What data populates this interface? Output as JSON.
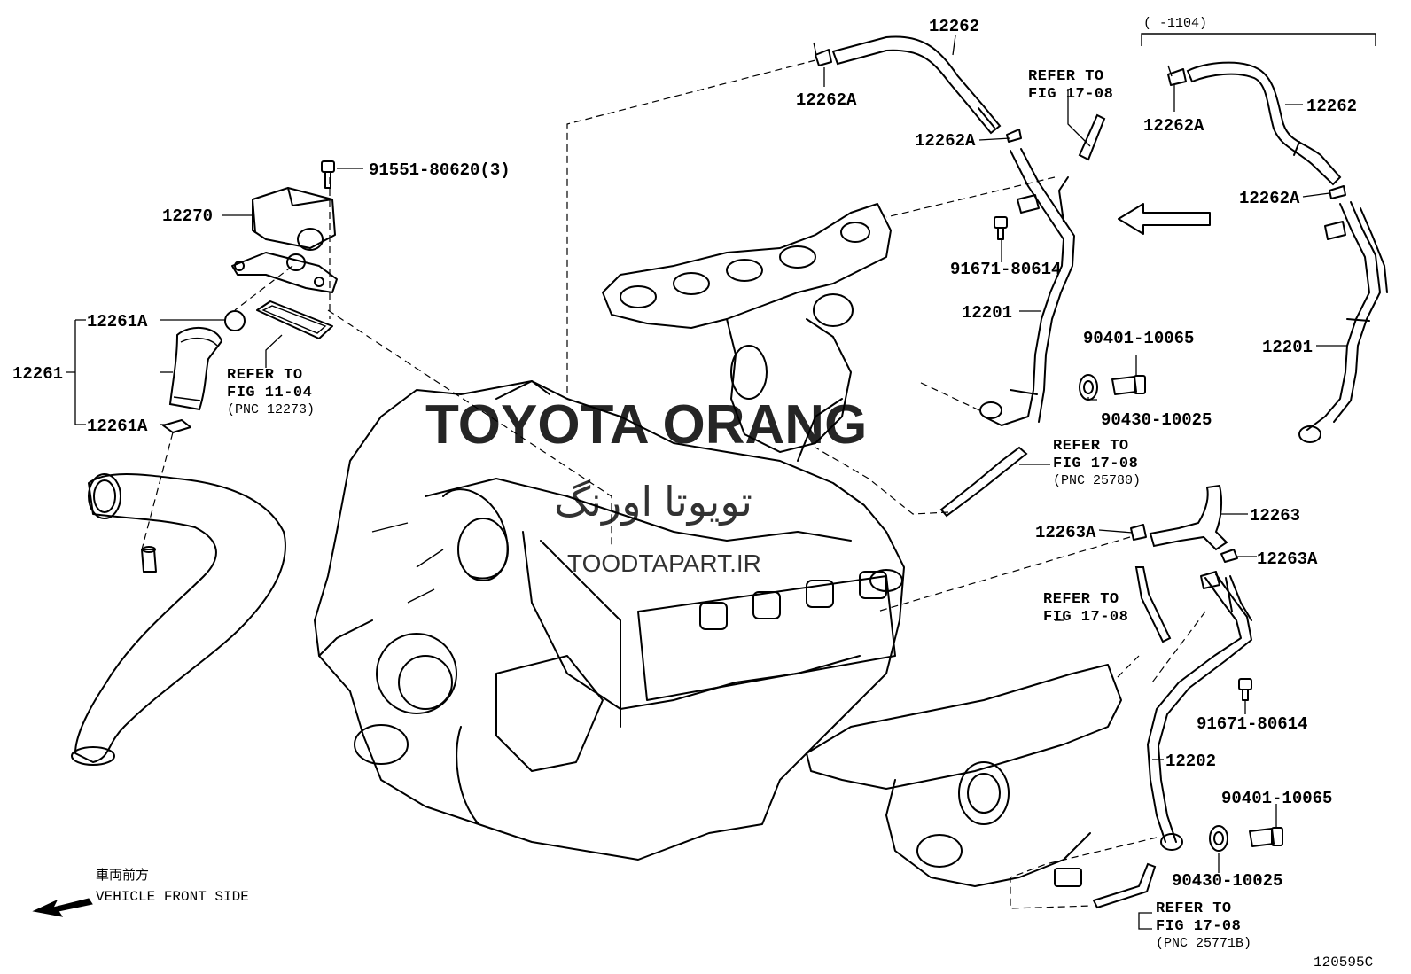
{
  "diagram": {
    "watermark": {
      "brand": "TOYOTA ORANG",
      "brand_fa": "تویوتا اورنگ",
      "site": "TOODTAPART.IR",
      "color": "#f3b8b8"
    },
    "parts": {
      "p12262_top": "12262",
      "p12262A_top": "12262A",
      "p12262A_mid": "12262A",
      "p91551": "91551-80620(3)",
      "p12270": "12270",
      "p12261A_top": "12261A",
      "p12261": "12261",
      "p12261A_bot": "12261A",
      "p91671_top": "91671-80614",
      "p12201": "12201",
      "p90401_top": "90401-10065",
      "p90430_top": "90430-10025",
      "p12262_inset": "12262",
      "p12262A_inset1": "12262A",
      "p12262A_inset2": "12262A",
      "p12201_inset": "12201",
      "p12263": "12263",
      "p12263A_left": "12263A",
      "p12263A_right": "12263A",
      "p91671_bot": "91671-80614",
      "p12202": "12202",
      "p90401_bot": "90401-10065",
      "p90430_bot": "90430-10025"
    },
    "inset_range": "(      -1104)",
    "refs": {
      "r1_l1": "REFER TO",
      "r1_l2": "FIG 17-08",
      "r2_l1": "REFER TO",
      "r2_l2": "FIG 11-04",
      "r2_l3": "(PNC 12273)",
      "r3_l1": "REFER TO",
      "r3_l2": "FIG 17-08",
      "r3_l3": "(PNC 25780)",
      "r4_l1": "REFER TO",
      "r4_l2": "FIG 17-08",
      "r5_l1": "REFER TO",
      "r5_l2": "FIG 17-08",
      "r5_l3": "(PNC 25771B)"
    },
    "front": {
      "jp": "車両前方",
      "en": "VEHICLE FRONT SIDE"
    },
    "figure_code": "120595C"
  }
}
